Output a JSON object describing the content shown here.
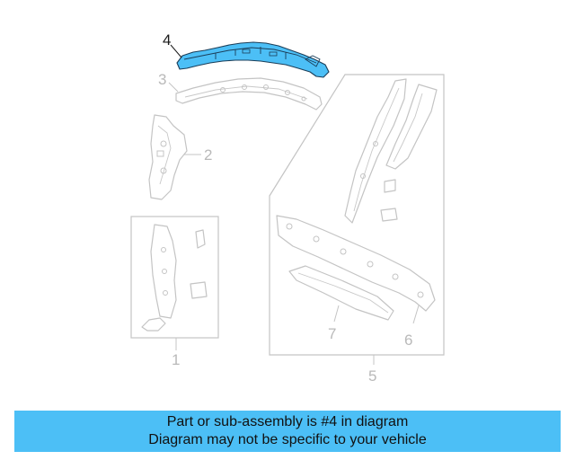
{
  "diagram": {
    "highlight_color": "#4cbff6",
    "line_color": "#c4c4c4",
    "callouts": [
      {
        "id": "1",
        "label": "1",
        "active": false
      },
      {
        "id": "2",
        "label": "2",
        "active": false
      },
      {
        "id": "3",
        "label": "3",
        "active": false
      },
      {
        "id": "4",
        "label": "4",
        "active": true
      },
      {
        "id": "5",
        "label": "5",
        "active": false
      },
      {
        "id": "6",
        "label": "6",
        "active": false
      },
      {
        "id": "7",
        "label": "7",
        "active": false
      }
    ]
  },
  "banner": {
    "background": "#4cbff6",
    "line1": "Part or sub-assembly is #4 in diagram",
    "line2": "Diagram may not be specific to your vehicle"
  }
}
